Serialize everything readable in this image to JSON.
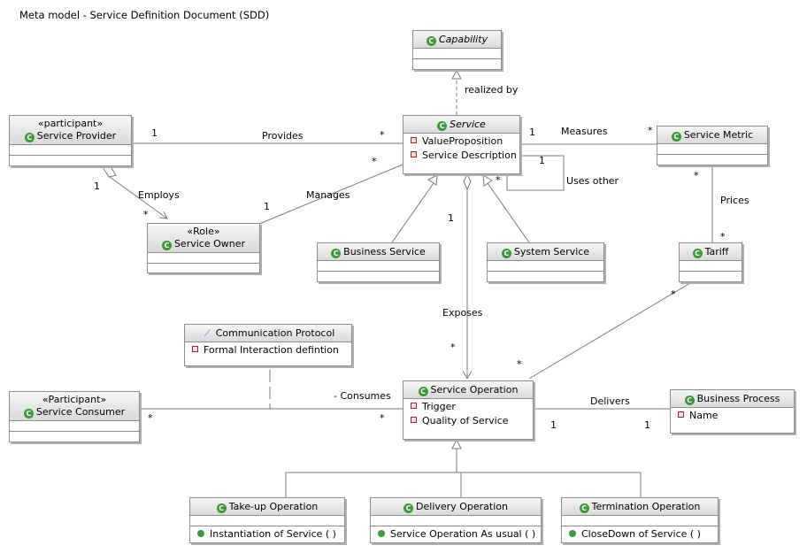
{
  "title": "Meta model - Service Definition Document (SDD)",
  "classes": {
    "capability": {
      "name": "Capability"
    },
    "service": {
      "name": "Service",
      "attributes": [
        "ValueProposition",
        "Service Description"
      ]
    },
    "service_provider": {
      "stereotype": "«participant»",
      "name": "Service Provider"
    },
    "service_owner": {
      "stereotype": "«Role»",
      "name": "Service Owner"
    },
    "service_metric": {
      "name": "Service Metric"
    },
    "business_service": {
      "name": "Business Service"
    },
    "system_service": {
      "name": "System Service"
    },
    "tariff": {
      "name": "Tariff"
    },
    "communication_protocol": {
      "name": "Communication Protocol",
      "attributes": [
        "Formal Interaction defintion"
      ]
    },
    "service_consumer": {
      "stereotype": "«Participant»",
      "name": "Service Consumer"
    },
    "service_operation": {
      "name": "Service Operation",
      "attributes": [
        "Trigger",
        "Quality of Service"
      ]
    },
    "business_process": {
      "name": "Business Process",
      "attributes": [
        "Name"
      ]
    },
    "takeup_operation": {
      "name": "Take-up Operation",
      "operations": [
        "Instantiation of Service ( )"
      ]
    },
    "delivery_operation": {
      "name": "Delivery Operation",
      "operations": [
        "Service Operation As usual ( )"
      ]
    },
    "termination_operation": {
      "name": "Termination Operation",
      "operations": [
        "CloseDown of Service ( )"
      ]
    }
  },
  "labels": {
    "realized_by": "realized by",
    "provides": "Provides",
    "provides_m1": "1",
    "provides_m2": "*",
    "measures": "Measures",
    "measures_m1": "1",
    "measures_m2": "*",
    "uses_other": "Uses other",
    "uses_m1": "1",
    "uses_m2": "*",
    "employs": "Employs",
    "employs_m1": "1",
    "employs_m2": "*",
    "manages": "Manages",
    "manages_m1": "1",
    "manages_m2": "*",
    "prices": "Prices",
    "prices_m1": "*",
    "prices_m2": "*",
    "exposes": "Exposes",
    "exposes_m1": "1",
    "exposes_m2": "*",
    "tariff_op_m1": "*",
    "tariff_op_m2": "*",
    "consumes": "- Consumes",
    "consumes_m1": "*",
    "consumes_m2": "*",
    "delivers": "Delivers",
    "delivers_m1": "1",
    "delivers_m2": "1"
  },
  "icons": {
    "class_icon": "class-icon",
    "attribute_icon": "attribute-icon",
    "operation_icon": "operation-icon",
    "relationship_icon": "association-class-icon"
  }
}
